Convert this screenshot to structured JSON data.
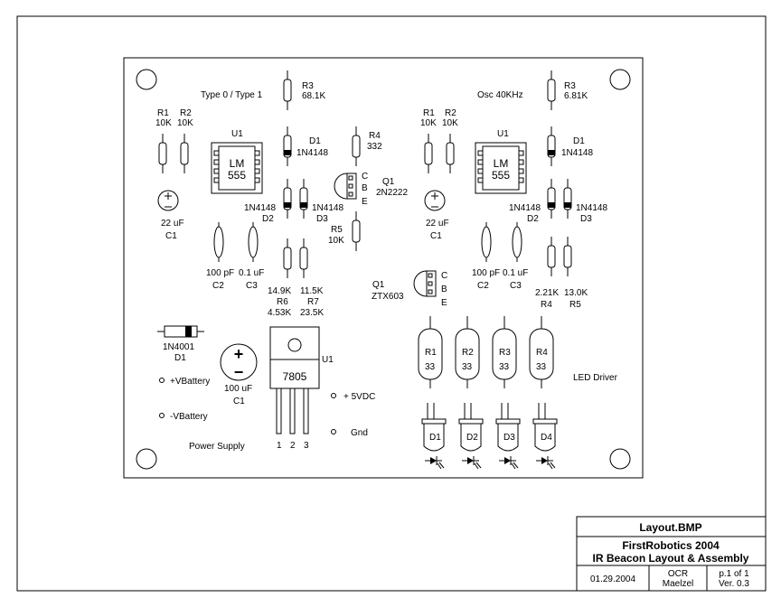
{
  "window": {
    "title": "Layout.BMP"
  },
  "left_osc": {
    "title": "Type 0 / Type 1",
    "r1_ref": "R1",
    "r1_val": "10K",
    "r2_ref": "R2",
    "r2_val": "10K",
    "r3_ref": "R3",
    "r3_val": "68.1K",
    "u1_ref": "U1",
    "u1_line1": "LM",
    "u1_line2": "555",
    "d1_ref": "D1",
    "d1_val": "1N4148",
    "c1_val": "22 uF",
    "c1_ref": "C1",
    "d2_val": "1N4148",
    "d2_ref": "D2",
    "d3_val": "1N4148",
    "d3_ref": "D3",
    "c2_val": "100 pF",
    "c2_ref": "C2",
    "c3_val": "0.1 uF",
    "c3_ref": "C3",
    "r6_val": "14.9K",
    "r6_ref": "R6",
    "r6_alt": "4.53K",
    "r7_val": "11.5K",
    "r7_ref": "R7",
    "r7_alt": "23.5K"
  },
  "middle": {
    "r4_ref": "R4",
    "r4_val": "332",
    "q1_ref": "Q1",
    "q1_val": "2N2222",
    "pin_c": "C",
    "pin_b": "B",
    "pin_e": "E",
    "r5_ref": "R5",
    "r5_val": "10K",
    "q2_ref": "Q1",
    "q2_val": "ZTX603",
    "q2_pin_c": "C",
    "q2_pin_b": "B",
    "q2_pin_e": "E"
  },
  "right_osc": {
    "title": "Osc 40KHz",
    "r1_ref": "R1",
    "r1_val": "10K",
    "r2_ref": "R2",
    "r2_val": "10K",
    "r3_ref": "R3",
    "r3_val": "6.81K",
    "u1_ref": "U1",
    "u1_line1": "LM",
    "u1_line2": "555",
    "d1_ref": "D1",
    "d1_val": "1N4148",
    "c1_val": "22 uF",
    "c1_ref": "C1",
    "d2_val": "1N4148",
    "d2_ref": "D2",
    "d3_val": "1N4148",
    "d3_ref": "D3",
    "c2_val": "100 pF",
    "c2_ref": "C2",
    "c3_val": "0.1 uF",
    "c3_ref": "C3",
    "r4_val": "2.21K",
    "r4_ref": "R4",
    "r5_val": "13.0K",
    "r5_ref": "R5"
  },
  "power": {
    "d1_val": "1N4001",
    "d1_ref": "D1",
    "c1_val": "100 uF",
    "c1_ref": "C1",
    "plus": "+",
    "minus": "−",
    "vbat_pos": "+VBattery",
    "vbat_neg": "-VBattery",
    "u1_ref": "U1",
    "u1_val": "7805",
    "pin1": "1",
    "pin2": "2",
    "pin3": "3",
    "vdc": "+ 5VDC",
    "gnd": "Gnd",
    "title": "Power Supply"
  },
  "led_driver": {
    "title": "LED Driver",
    "resistors": [
      {
        "ref": "R1",
        "val": "33"
      },
      {
        "ref": "R2",
        "val": "33"
      },
      {
        "ref": "R3",
        "val": "33"
      },
      {
        "ref": "R4",
        "val": "33"
      }
    ],
    "leds": [
      "D1",
      "D2",
      "D3",
      "D4"
    ]
  },
  "title_block": {
    "filename": "Layout.BMP",
    "line1": "FirstRobotics 2004",
    "line2": "IR Beacon Layout & Assembly",
    "date": "01.29.2004",
    "org1": "OCR",
    "org2": "Maelzel",
    "page": "p.1 of 1",
    "version": "Ver. 0.3"
  }
}
